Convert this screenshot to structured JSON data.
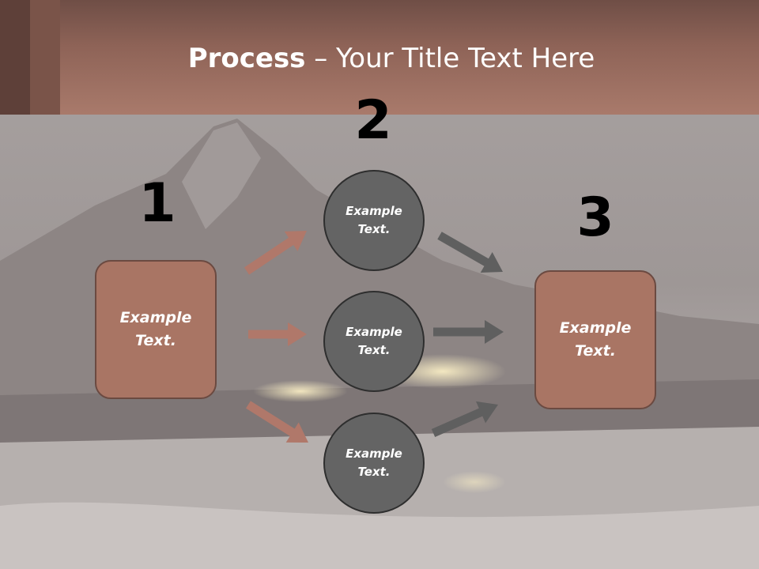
{
  "slide": {
    "title_bold": "Process",
    "title_rest": " – Your Title Text Here"
  },
  "steps": {
    "one": "1",
    "two": "2",
    "three": "3"
  },
  "nodes": {
    "start_box": "Example Text.",
    "circle_top": "Example Text.",
    "circle_middle": "Example Text.",
    "circle_bottom": "Example Text.",
    "end_box": "Example Text."
  },
  "colors": {
    "brown_arrow": "#b0786a",
    "gray_arrow": "#5f5f5f",
    "box_fill": "#a97564",
    "circle_fill": "#646464"
  }
}
